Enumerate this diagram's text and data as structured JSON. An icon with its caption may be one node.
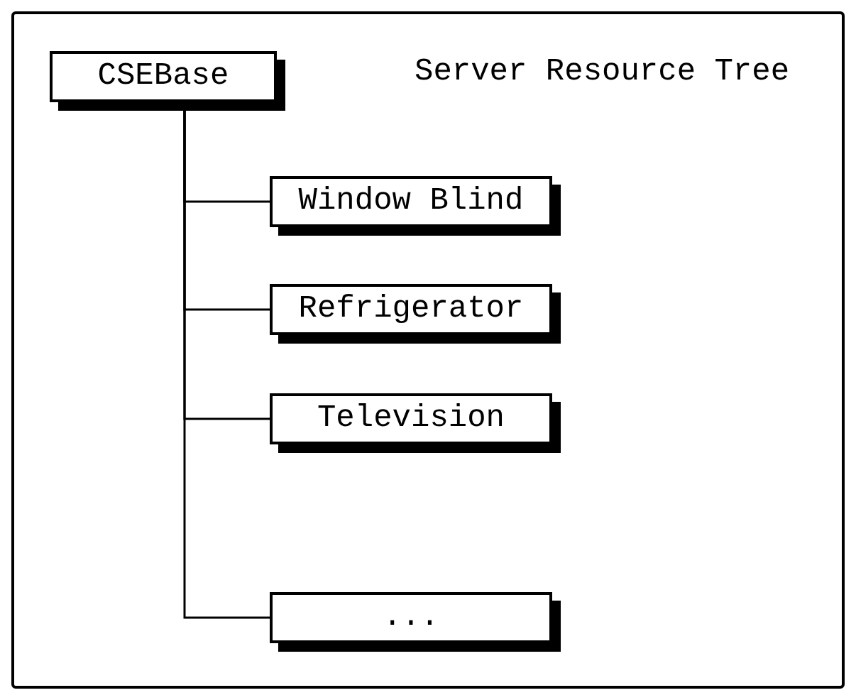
{
  "diagram": {
    "nodes": [
      {
        "text": [
          "Server Resource Tree"
        ]
      },
      {
        "text": [
          "CSEBase"
        ],
        "in": 0
      },
      {
        "text": [
          "Window Blind"
        ],
        "in": 0
      },
      {
        "text": [
          "Refrigerator"
        ],
        "in": 0
      },
      {
        "text": [
          "Television"
        ],
        "in": 0
      },
      {
        "text": [
          "..."
        ],
        "in": 0
      }
    ],
    "edges": [
      {
        "from": 1,
        "to": 2,
        "arrow": "none"
      },
      {
        "from": 1,
        "to": 3,
        "arrow": "none"
      },
      {
        "from": 1,
        "to": 4,
        "arrow": "none"
      },
      {
        "from": 1,
        "to": 5,
        "arrow": "none"
      }
    ]
  }
}
